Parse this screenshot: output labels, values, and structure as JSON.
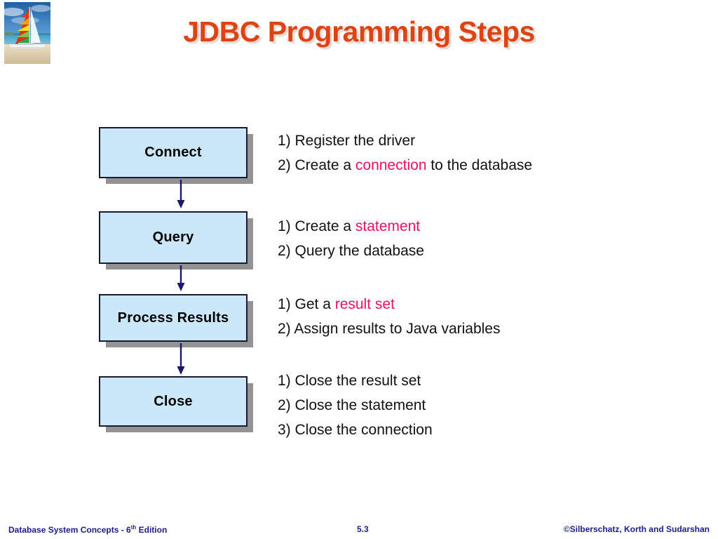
{
  "slide": {
    "title": "JDBC Programming Steps",
    "title_color": "#DC4413",
    "background": "#ffffff"
  },
  "logo": {
    "name": "sailboat-beach-photo",
    "alt": "Beach with rainbow-sailed catamaran"
  },
  "diagram": {
    "type": "vertical-flow",
    "box_fill": "#CBE7FA",
    "box_border": "#1a1a2e",
    "arrow_color": "#191970",
    "highlight_color": "#EC1164",
    "steps": [
      {
        "box_label": "Connect",
        "lines": [
          {
            "prefix": "1) Register the driver",
            "highlight": "",
            "suffix": ""
          },
          {
            "prefix": "2) Create a ",
            "highlight": "connection",
            "suffix": " to the database"
          }
        ]
      },
      {
        "box_label": "Query",
        "lines": [
          {
            "prefix": "1) Create a ",
            "highlight": "statement",
            "suffix": ""
          },
          {
            "prefix": "2) Query the database",
            "highlight": "",
            "suffix": ""
          }
        ]
      },
      {
        "box_label": "Process Results",
        "lines": [
          {
            "prefix": "1) Get a ",
            "highlight": "result set",
            "suffix": ""
          },
          {
            "prefix": "2) Assign results to Java variables",
            "highlight": "",
            "suffix": ""
          }
        ]
      },
      {
        "box_label": "Close",
        "lines": [
          {
            "prefix": "1) Close the result set",
            "highlight": "",
            "suffix": ""
          },
          {
            "prefix": "2) Close the statement",
            "highlight": "",
            "suffix": ""
          },
          {
            "prefix": "3) Close the connection",
            "highlight": "",
            "suffix": ""
          }
        ]
      }
    ]
  },
  "footer": {
    "left_main": "Database System Concepts - 6",
    "left_sup": "th",
    "left_tail": " Edition",
    "page": "5.3",
    "right": "©Silberschatz, Korth and Sudarshan",
    "color": "#1C1C8C"
  }
}
